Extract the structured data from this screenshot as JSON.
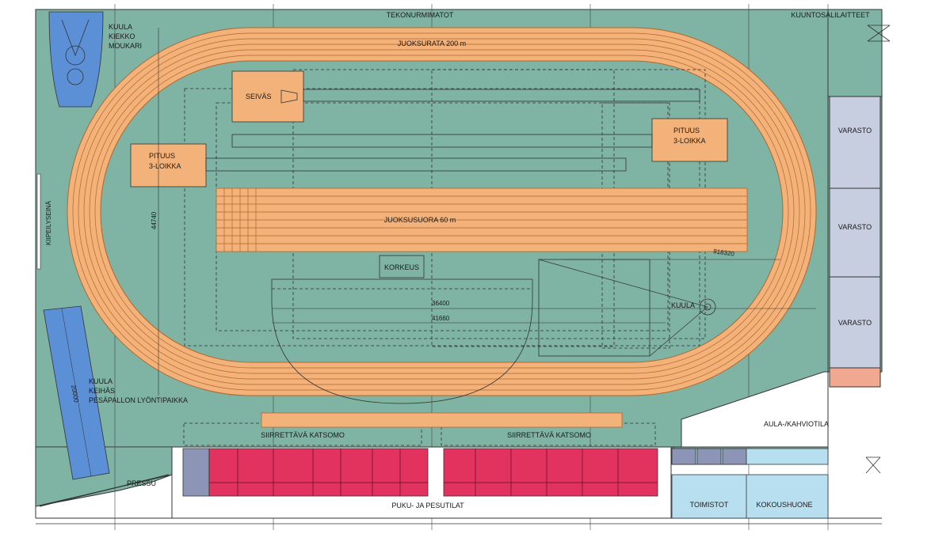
{
  "colors": {
    "field_green": "#7fb3a3",
    "track_orange": "#f2b27a",
    "track_line": "#b5652a",
    "locker_red": "#e2325e",
    "storage_blue_grey": "#c6cee0",
    "throwing_blue": "#5b8fd6",
    "light_blue": "#b8dff0",
    "grey_room": "#8c95b5",
    "salmon": "#f0a890",
    "white": "#ffffff"
  },
  "labels": {
    "artificial_turf": "TEKONURMIMATOT",
    "gym_equipment": "KUUNTOSALILAITTEET",
    "throw_cage": "KUULA\nKIEKKO\nMOUKARI",
    "track_200": "JUOKSURATA 200 m",
    "pole_vault": "SEIVÄS",
    "jump_left": "PITUUS\n3-LOIKKA",
    "jump_right": "PITUUS\n3-LOIKKA",
    "sprint_60": "JUOKSUSUORA 60 m",
    "high_jump": "KORKEUS",
    "shot_put": "KUULA",
    "climbing_wall": "KIIPEILYSEINÄ",
    "throw_area": "KUULA\nKEIHÄS\nPESÄPALLON LYÖNTIPAIKKA",
    "pressu": "PRESSU",
    "stand_left": "SIIRRETTÄVÄ KATSOMO",
    "stand_right": "SIIRRETTÄVÄ KATSOMO",
    "locker_rooms": "PUKU- JA PESUTILAT",
    "lobby": "AULA-/KAHVIOTILA",
    "offices": "TOIMISTOT",
    "meeting_room": "KOKOUSHUONE",
    "storage_1": "VARASTO",
    "storage_2": "VARASTO",
    "storage_3": "VARASTO"
  },
  "dimensions": {
    "width_total": "44740",
    "diag": "818320",
    "inner_length": "36400",
    "inner_length_2": "41660",
    "throw_sector": "20000"
  }
}
